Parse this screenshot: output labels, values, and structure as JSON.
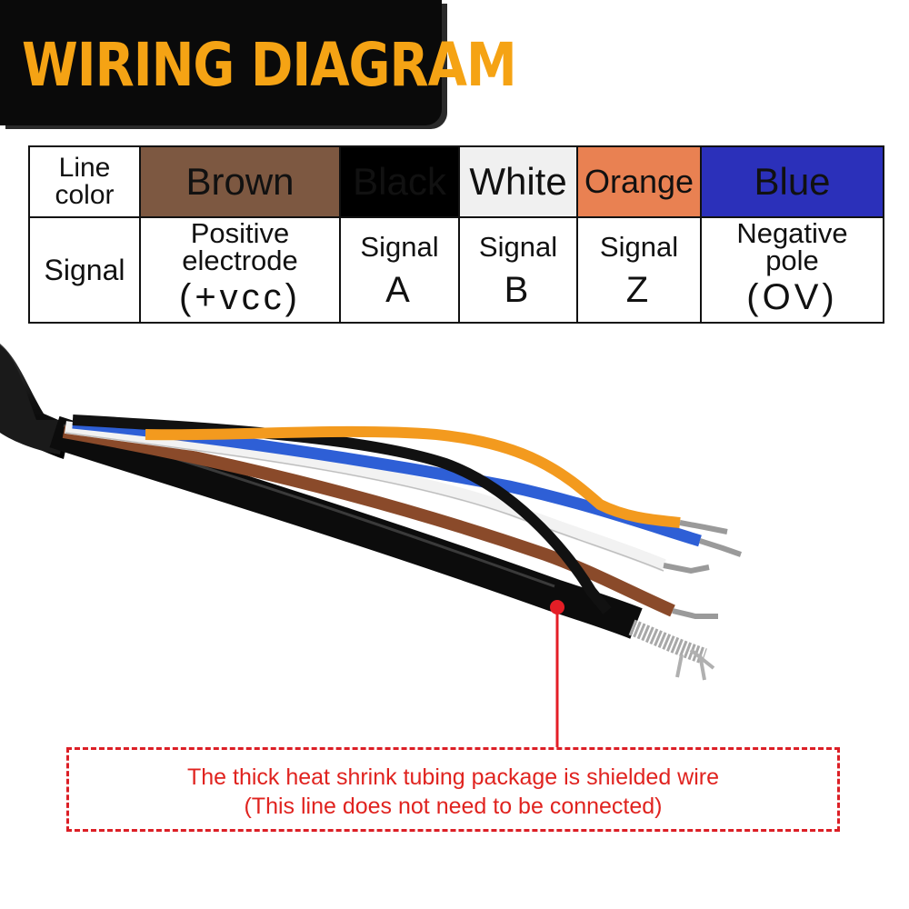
{
  "title": "WIRING DIAGRAM",
  "table": {
    "header_color_label": [
      "Line",
      "color"
    ],
    "header_signal_label": "Signal",
    "wires": [
      {
        "color_name": "Brown",
        "swatch": "#7d5841",
        "signal_line1": "Positive",
        "signal_line2": "electrode",
        "signal_code": "(+vcc)"
      },
      {
        "color_name": "Black",
        "swatch": "#000000",
        "signal_line1": "Signal",
        "signal_line2": "",
        "signal_code": "A"
      },
      {
        "color_name": "White",
        "swatch": "#f0f0f0",
        "signal_line1": "Signal",
        "signal_line2": "",
        "signal_code": "B"
      },
      {
        "color_name": "Orange",
        "swatch": "#e98152",
        "signal_line1": "Signal",
        "signal_line2": "",
        "signal_code": "Z"
      },
      {
        "color_name": "Blue",
        "swatch": "#2b30ba",
        "signal_line1": "Negative",
        "signal_line2": "pole",
        "signal_code": "(OV)"
      }
    ]
  },
  "note": {
    "line1": "The thick heat shrink tubing package is shielded wire",
    "line2": "(This line does not need to be connected)",
    "color": "#e0231f"
  },
  "colors": {
    "title_accent": "#f5a314",
    "wire_orange": "#f39a1e",
    "wire_blue": "#2e5fd6",
    "wire_brown": "#8a4a2a",
    "callout_red": "#e41e26"
  }
}
